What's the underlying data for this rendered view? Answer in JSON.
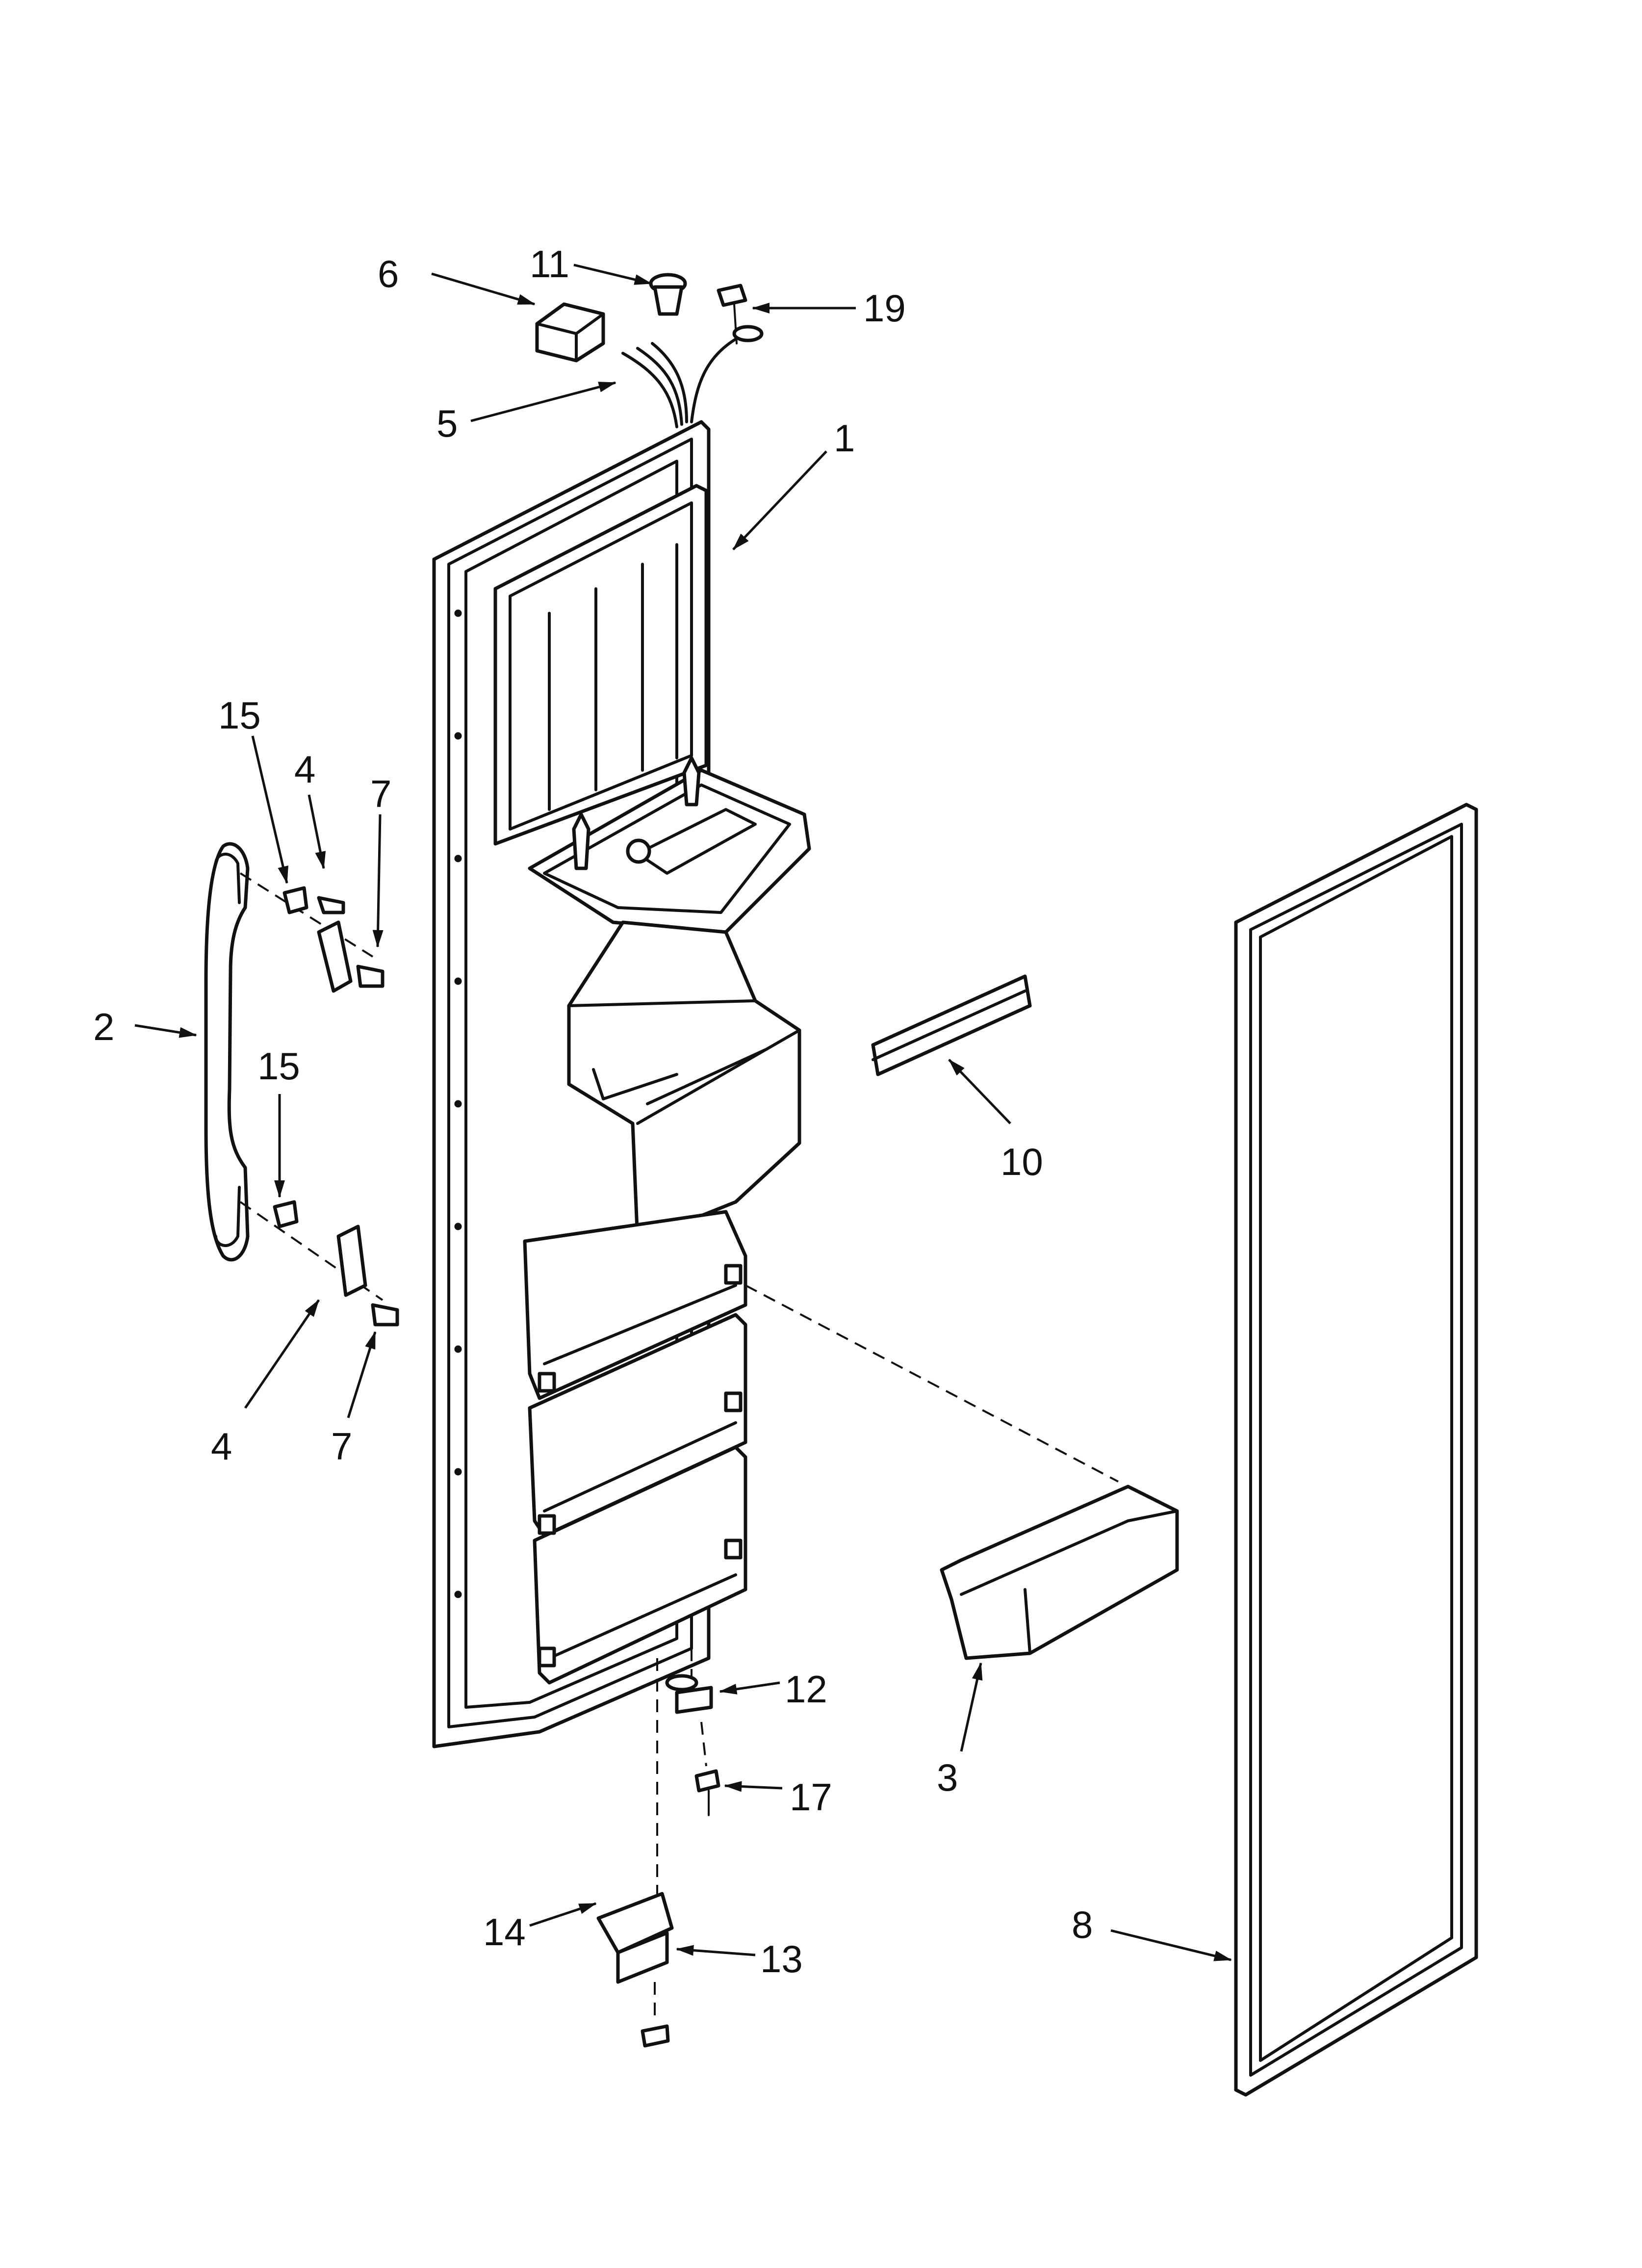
{
  "callouts": [
    {
      "id": "c1",
      "label": "1"
    },
    {
      "id": "c2",
      "label": "2"
    },
    {
      "id": "c3",
      "label": "3"
    },
    {
      "id": "c4a",
      "label": "4"
    },
    {
      "id": "c4b",
      "label": "4"
    },
    {
      "id": "c5",
      "label": "5"
    },
    {
      "id": "c6",
      "label": "6"
    },
    {
      "id": "c7a",
      "label": "7"
    },
    {
      "id": "c7b",
      "label": "7"
    },
    {
      "id": "c8",
      "label": "8"
    },
    {
      "id": "c10",
      "label": "10"
    },
    {
      "id": "c11",
      "label": "11"
    },
    {
      "id": "c12",
      "label": "12"
    },
    {
      "id": "c13",
      "label": "13"
    },
    {
      "id": "c14",
      "label": "14"
    },
    {
      "id": "c15a",
      "label": "15"
    },
    {
      "id": "c15b",
      "label": "15"
    },
    {
      "id": "c17",
      "label": "17"
    },
    {
      "id": "c19",
      "label": "19"
    }
  ],
  "colors": {
    "line": "#111111",
    "background": "#ffffff"
  }
}
